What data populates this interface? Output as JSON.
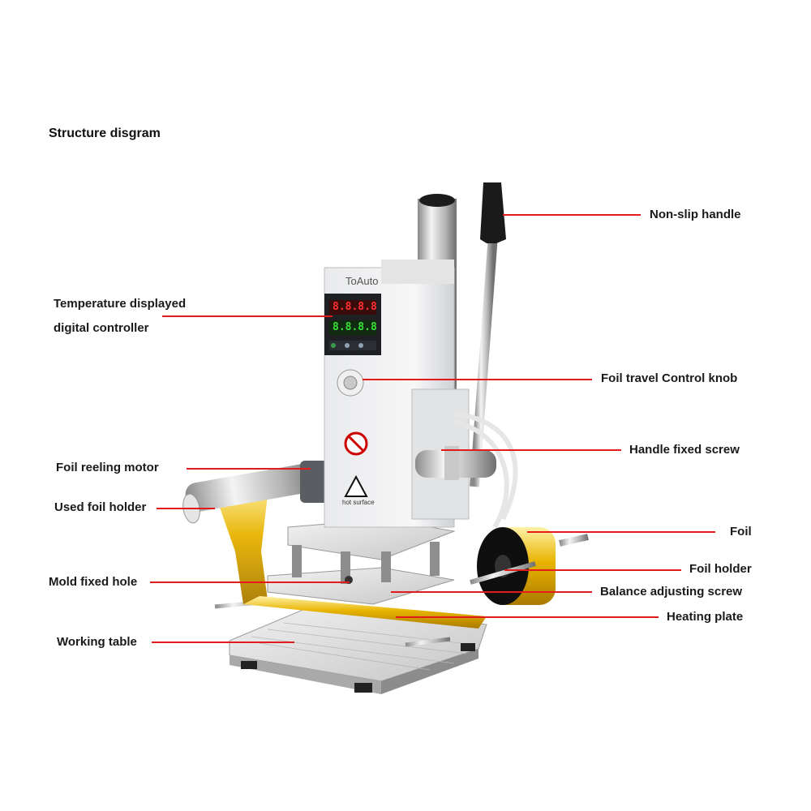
{
  "title": "Structure disgram",
  "brand_text": "ToAuto",
  "warning_text": "hot surface",
  "display": {
    "top": "8.8.8.8",
    "bottom": "8.8.8.8"
  },
  "colors": {
    "leader_line": "#e41b1b",
    "foil_gold": "#e8b400",
    "metal": "#d9d9d9"
  },
  "labels": {
    "non_slip_handle": "Non-slip handle",
    "temp_controller_line1": "Temperature displayed",
    "temp_controller_line2": "digital controller",
    "foil_travel_knob": "Foil travel Control knob",
    "handle_fixed_screw": "Handle fixed screw",
    "foil_reeling_motor": "Foil reeling motor",
    "used_foil_holder": "Used foil holder",
    "foil": "Foil",
    "foil_holder": "Foil holder",
    "mold_fixed_hole": "Mold fixed hole",
    "balance_adjusting_screw": "Balance adjusting screw",
    "heating_plate": "Heating plate",
    "working_table": "Working table"
  }
}
